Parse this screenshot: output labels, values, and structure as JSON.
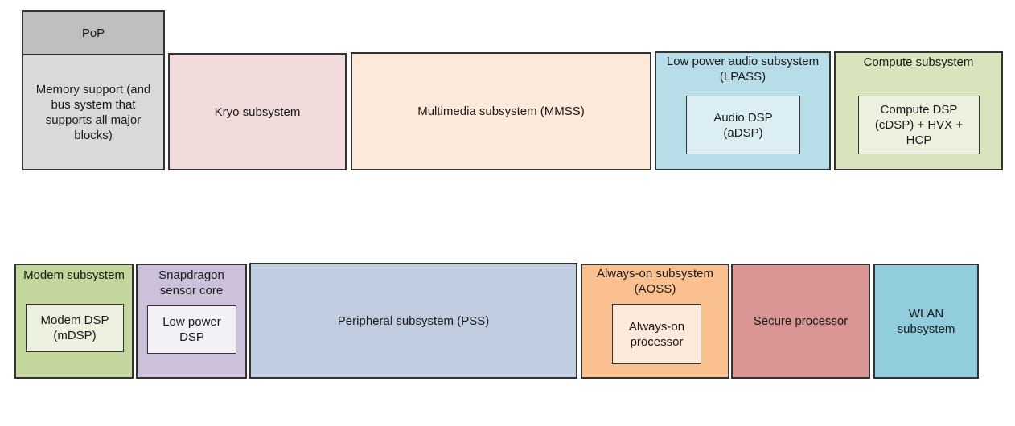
{
  "blocks": {
    "pop": {
      "label": "PoP",
      "color": "#bfbfbf"
    },
    "memory": {
      "label": "Memory support (and\nbus system that\nsupports all major\nblocks)",
      "color": "#d9d9d9"
    },
    "kryo": {
      "label": "Kryo subsystem",
      "color": "#f2dcdb"
    },
    "mmss": {
      "label": "Multimedia subsystem (MMSS)",
      "color": "#fde9d9"
    },
    "lpass": {
      "label": "Low power audio subsystem\n(LPASS)",
      "inner": "Audio DSP\n(aDSP)",
      "color": "#b7dde8",
      "inner_color": "#dbeef3"
    },
    "compute": {
      "label": "Compute subsystem",
      "inner": "Compute DSP\n(cDSP) + HVX +\nHCP",
      "color": "#d7e4bc",
      "inner_color": "#ebf1de"
    },
    "modem": {
      "label": "Modem subsystem",
      "inner": "Modem DSP\n(mDSP)",
      "color": "#c3d69b",
      "inner_color": "#ebf1de"
    },
    "snapdragon": {
      "label": "Snapdragon\nsensor core",
      "inner": "Low power\nDSP",
      "color": "#ccc0da",
      "inner_color": "#f2f0f5"
    },
    "pss": {
      "label": "Peripheral subsystem (PSS)",
      "color": "#c0cde0"
    },
    "aoss": {
      "label": "Always-on subsystem\n(AOSS)",
      "inner": "Always-on\nprocessor",
      "color": "#fac090",
      "inner_color": "#fde9d9"
    },
    "secure": {
      "label": "Secure processor",
      "color": "#d99694"
    },
    "wlan": {
      "label": "WLAN\nsubsystem",
      "color": "#92cddc"
    }
  }
}
